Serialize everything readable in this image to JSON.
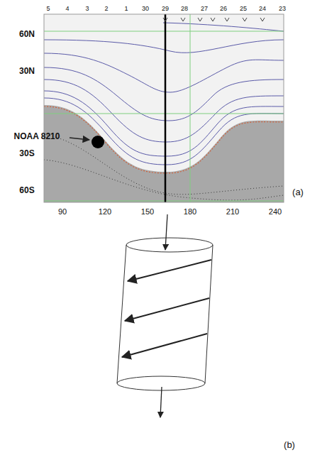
{
  "diagram": {
    "labels": [
      "5",
      "4",
      "3",
      "2",
      "1",
      "30",
      "29",
      "28",
      "27",
      "26",
      "25",
      "24",
      "23",
      "60N",
      "30N",
      "NOAA 8210",
      "30S",
      "60S",
      "90",
      "120",
      "150",
      "180",
      "210",
      "240",
      "(a)",
      "(b)"
    ]
  }
}
